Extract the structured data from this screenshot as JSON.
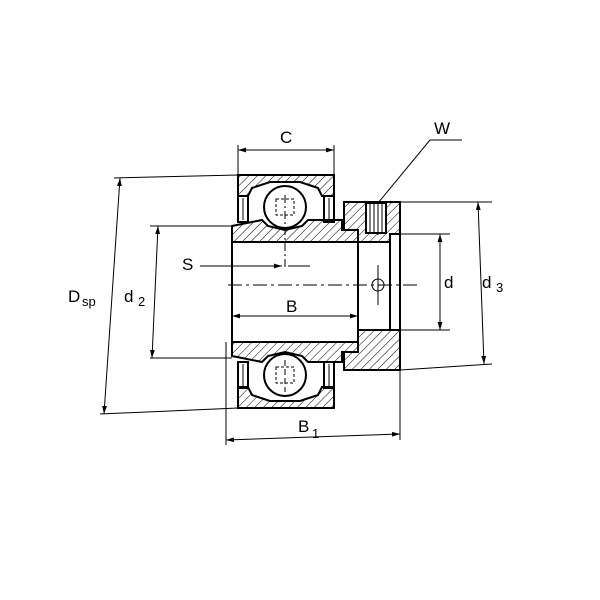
{
  "labels": {
    "C": "C",
    "W": "W",
    "S": "S",
    "B": "B",
    "B1_base": "B",
    "B1_sub": "1",
    "Dsp_base": "D",
    "Dsp_sub": "sp",
    "d2_base": "d",
    "d2_sub": "2",
    "d": "d",
    "d3_base": "d",
    "d3_sub": "3"
  },
  "colors": {
    "line": "#000000",
    "background": "#ffffff"
  }
}
